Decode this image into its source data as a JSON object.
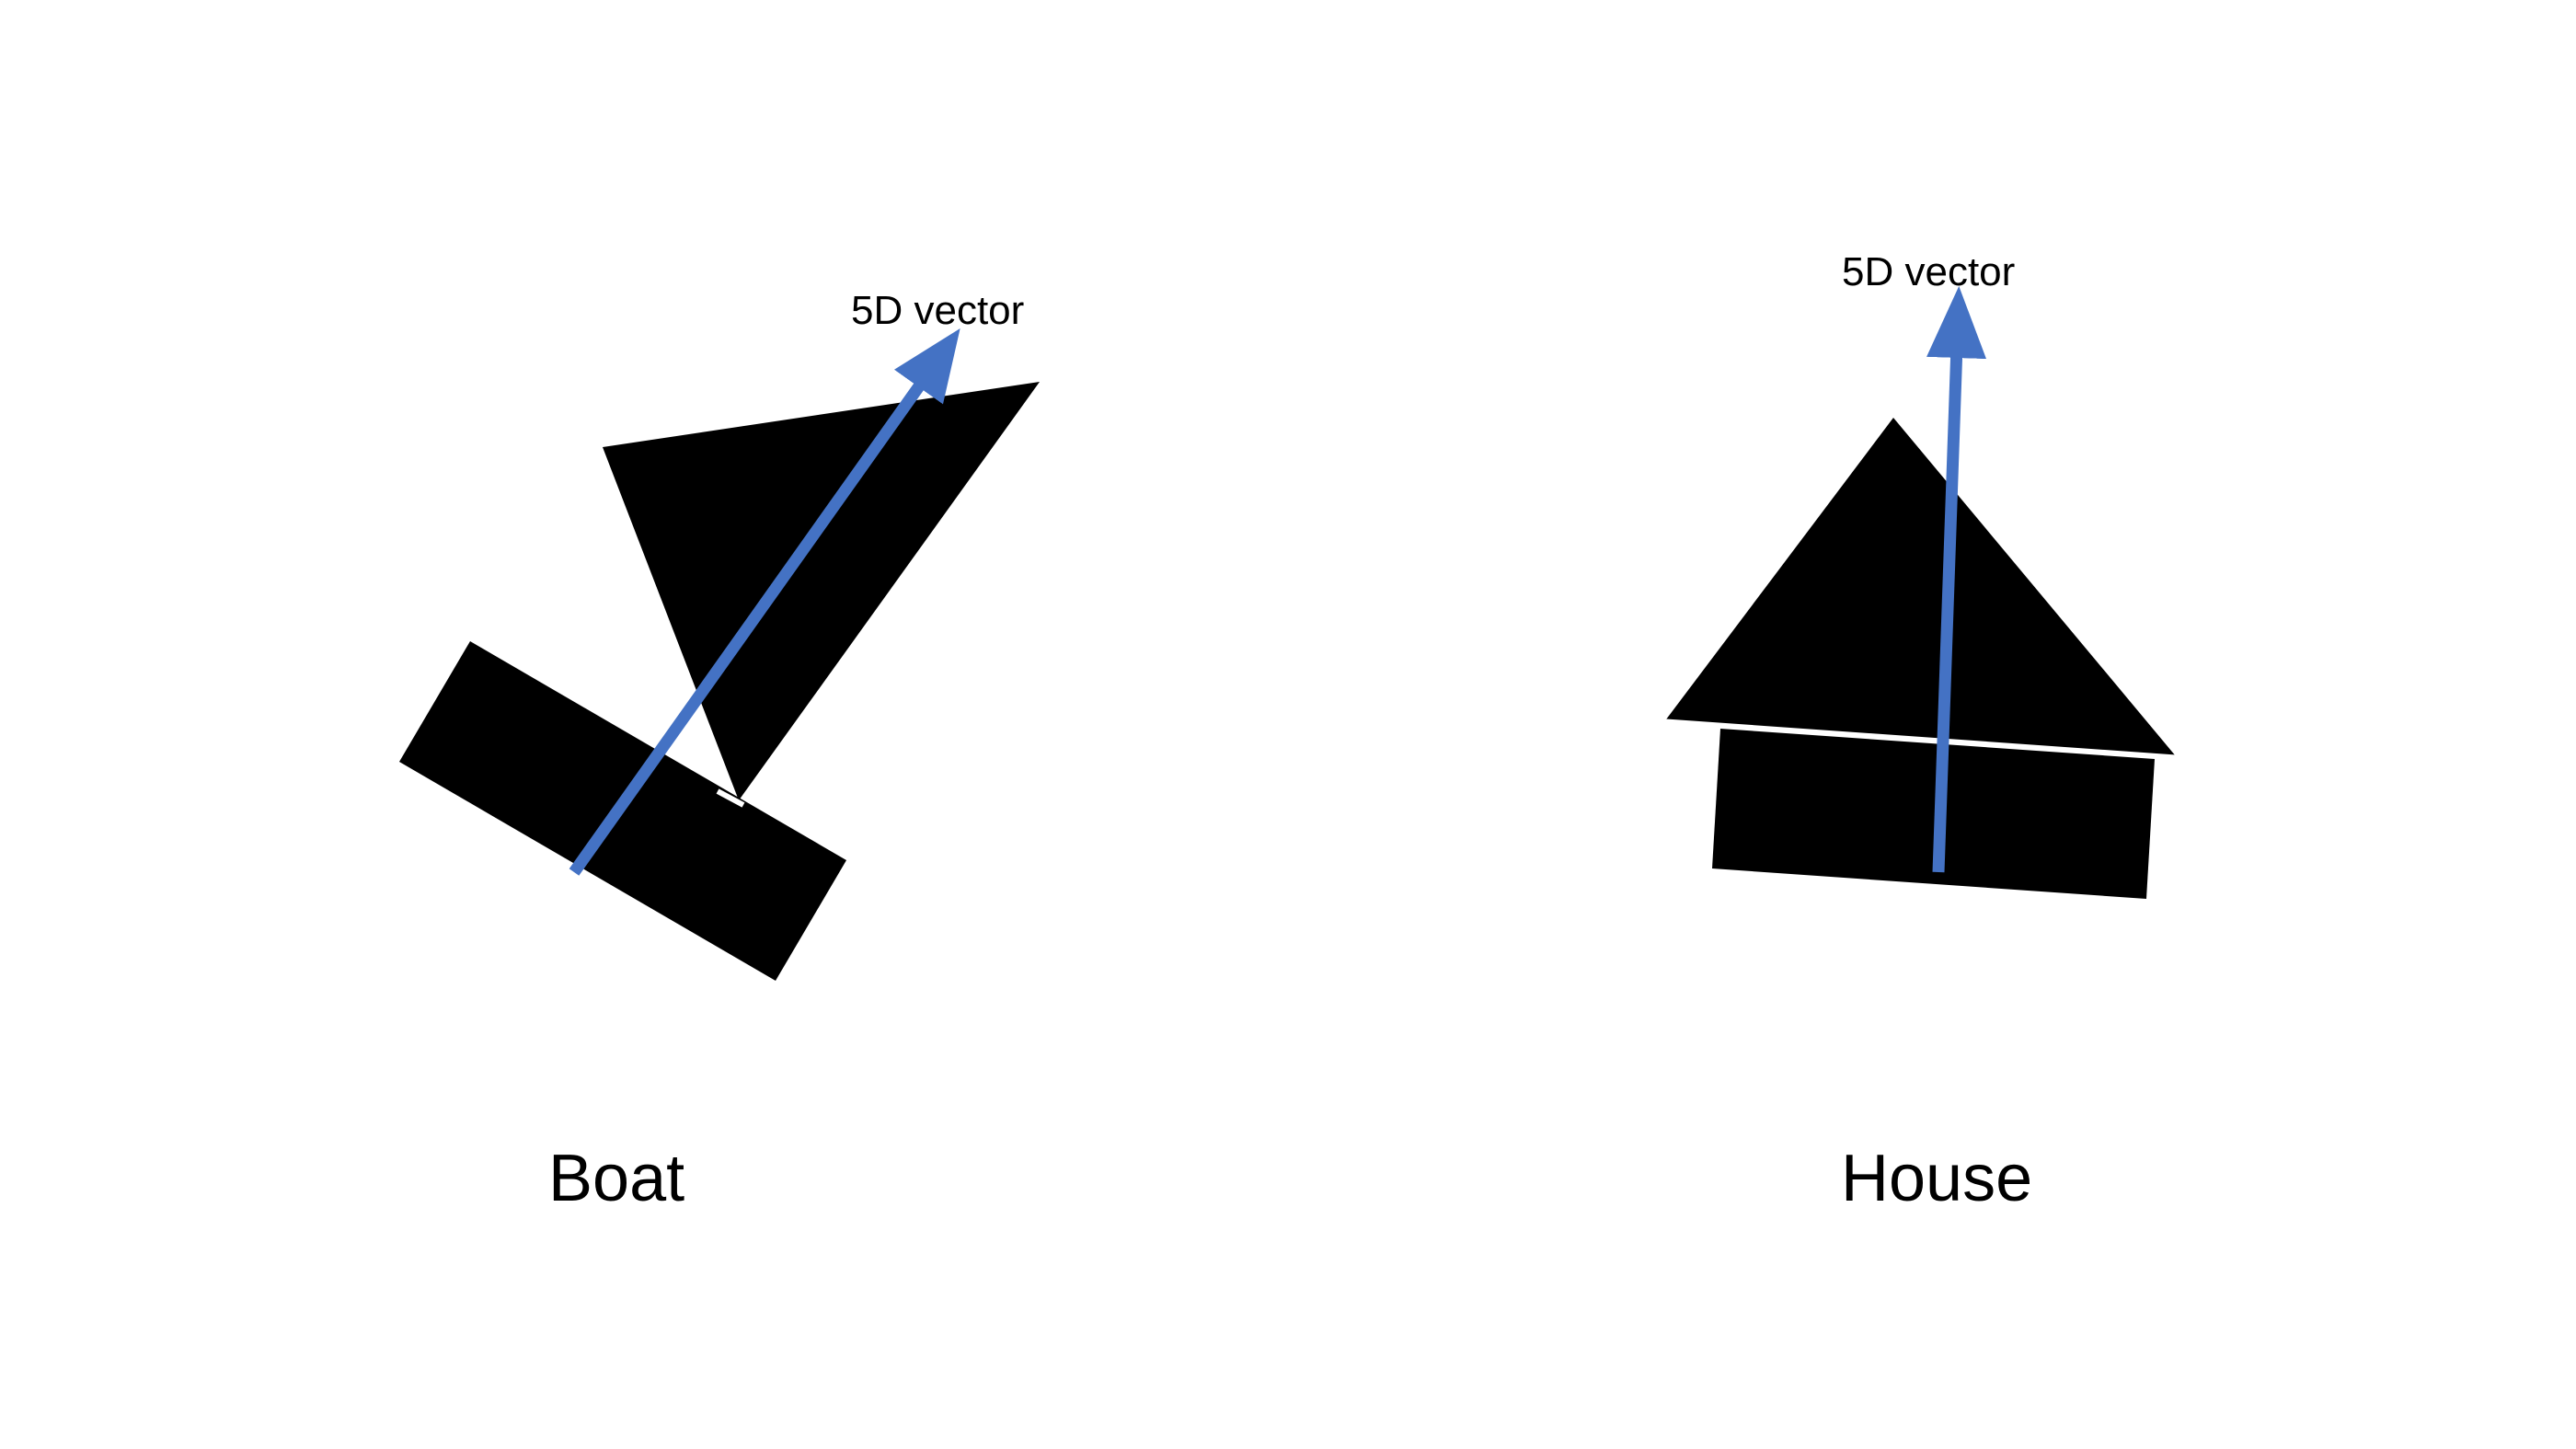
{
  "boat": {
    "caption": "Boat",
    "vector_label": "5D vector"
  },
  "house": {
    "caption": "House",
    "vector_label": "5D vector"
  },
  "colors": {
    "shape_fill": "#000000",
    "arrow": "#4472C4",
    "background": "#ffffff",
    "gap_line": "#ffffff"
  }
}
